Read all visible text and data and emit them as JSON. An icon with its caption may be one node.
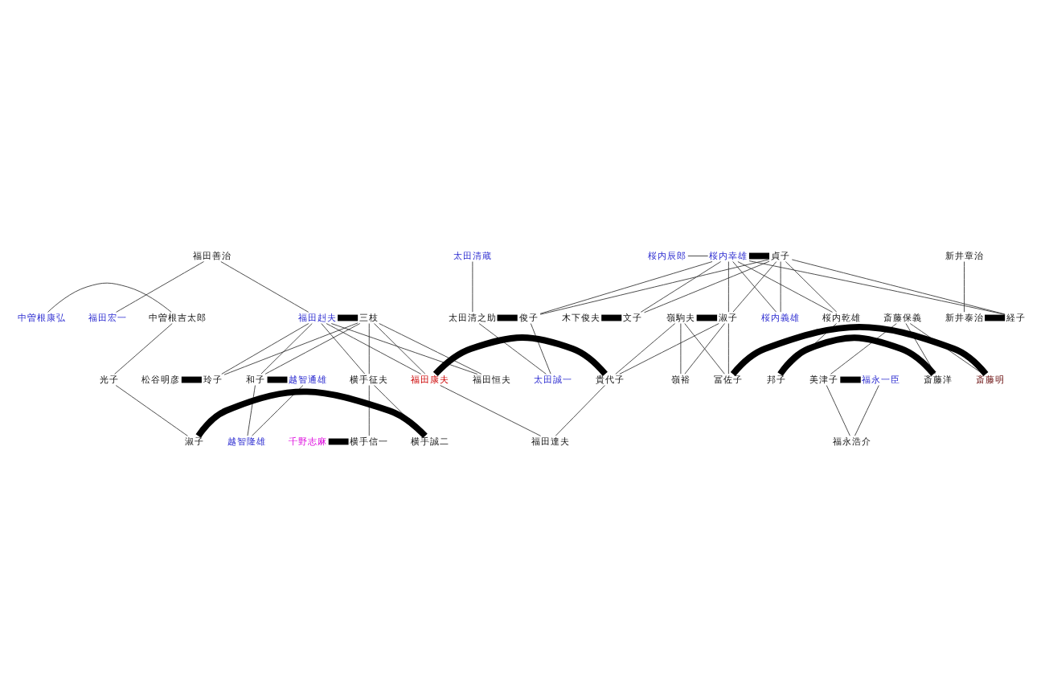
{
  "diagram": {
    "nodes": [
      {
        "text": [
          "桜内辰郎"
        ]
      },
      {
        "text": [
          "桜内幸雄"
        ]
      },
      {
        "text": [
          "貞子"
        ]
      },
      {
        "text": [
          "福田善治"
        ]
      },
      {
        "text": [
          "新井章治"
        ]
      },
      {
        "text": [
          "太田清蔵"
        ]
      },
      {
        "text": [
          "中曽根康弘"
        ]
      },
      {
        "text": [
          "中曽根吉太郎"
        ]
      },
      {
        "text": [
          "福田宏一"
        ]
      },
      {
        "text": [
          "福田赳夫"
        ]
      },
      {
        "text": [
          "三枝"
        ]
      },
      {
        "text": [
          "新井泰治"
        ]
      },
      {
        "text": [
          "経子"
        ]
      },
      {
        "text": [
          "太田清之助"
        ]
      },
      {
        "text": [
          "俊子"
        ]
      },
      {
        "text": [
          "嶺駒夫"
        ]
      },
      {
        "text": [
          "淑子"
        ]
      },
      {
        "text": [
          "木下俊夫"
        ]
      },
      {
        "text": [
          "文子"
        ]
      },
      {
        "text": [
          "桜内義雄"
        ]
      },
      {
        "text": [
          "桜内乾雄"
        ]
      },
      {
        "text": [
          "斎藤保義"
        ]
      },
      {
        "text": [
          "光子"
        ]
      },
      {
        "text": [
          "松谷明彦"
        ]
      },
      {
        "text": [
          "玲子"
        ]
      },
      {
        "text": [
          "福田恒夫"
        ]
      },
      {
        "text": [
          "横手征夫"
        ]
      },
      {
        "text": [
          "和子"
        ]
      },
      {
        "text": [
          "越智通雄"
        ]
      },
      {
        "text": [
          "福田康夫"
        ]
      },
      {
        "text": [
          "貴代子"
        ]
      },
      {
        "text": [
          "太田誠一"
        ]
      },
      {
        "text": [
          "嶺裕"
        ]
      },
      {
        "text": [
          "冨佐子"
        ]
      },
      {
        "text": [
          "斎藤明"
        ]
      },
      {
        "text": [
          "邦子"
        ]
      },
      {
        "text": [
          "斎藤洋"
        ]
      },
      {
        "text": [
          "美津子"
        ]
      },
      {
        "text": [
          "福永一臣"
        ]
      },
      {
        "text": [
          "淑子"
        ]
      },
      {
        "text": [
          "横手誠二"
        ]
      },
      {
        "text": [
          "千野志麻"
        ]
      },
      {
        "text": [
          "横手信一"
        ]
      },
      {
        "text": [
          "越智隆雄"
        ]
      },
      {
        "text": [
          "福田達夫"
        ]
      },
      {
        "text": [
          "福永浩介"
        ]
      }
    ],
    "edges": [
      {
        "from": 0,
        "to": 1,
        "arrow": "none"
      },
      {
        "from": 1,
        "to": 2,
        "arrow": "none",
        "style": "thick"
      },
      {
        "from": 1,
        "to": 12,
        "arrow": "none"
      },
      {
        "from": 2,
        "to": 12,
        "arrow": "none"
      },
      {
        "from": 1,
        "to": 14,
        "arrow": "none"
      },
      {
        "from": 2,
        "to": 14,
        "arrow": "none"
      },
      {
        "from": 1,
        "to": 16,
        "arrow": "none"
      },
      {
        "from": 2,
        "to": 16,
        "arrow": "none"
      },
      {
        "from": 1,
        "to": 18,
        "arrow": "none"
      },
      {
        "from": 2,
        "to": 18,
        "arrow": "none"
      },
      {
        "from": 1,
        "to": 19,
        "arrow": "none"
      },
      {
        "from": 2,
        "to": 19,
        "arrow": "none"
      },
      {
        "from": 1,
        "to": 20,
        "arrow": "none"
      },
      {
        "from": 2,
        "to": 20,
        "arrow": "none"
      },
      {
        "from": 3,
        "to": 8,
        "arrow": "none"
      },
      {
        "from": 3,
        "to": 9,
        "arrow": "none"
      },
      {
        "from": 4,
        "to": 11,
        "arrow": "none"
      },
      {
        "from": 5,
        "to": 13,
        "arrow": "none"
      },
      {
        "from": 6,
        "to": 7,
        "arrow": "none"
      },
      {
        "from": 7,
        "to": 22,
        "arrow": "none"
      },
      {
        "from": 9,
        "to": 10,
        "arrow": "none",
        "style": "thick"
      },
      {
        "from": 9,
        "to": 24,
        "arrow": "none"
      },
      {
        "from": 10,
        "to": 24,
        "arrow": "none"
      },
      {
        "from": 9,
        "to": 25,
        "arrow": "none"
      },
      {
        "from": 10,
        "to": 25,
        "arrow": "none"
      },
      {
        "from": 9,
        "to": 26,
        "arrow": "none"
      },
      {
        "from": 10,
        "to": 26,
        "arrow": "none"
      },
      {
        "from": 9,
        "to": 27,
        "arrow": "none"
      },
      {
        "from": 10,
        "to": 27,
        "arrow": "none"
      },
      {
        "from": 9,
        "to": 29,
        "arrow": "none"
      },
      {
        "from": 10,
        "to": 29,
        "arrow": "none"
      },
      {
        "from": 11,
        "to": 12,
        "arrow": "none",
        "style": "thick"
      },
      {
        "from": 13,
        "to": 14,
        "arrow": "none",
        "style": "thick"
      },
      {
        "from": 13,
        "to": 31,
        "arrow": "none"
      },
      {
        "from": 14,
        "to": 31,
        "arrow": "none"
      },
      {
        "from": 15,
        "to": 16,
        "arrow": "none",
        "style": "thick"
      },
      {
        "from": 15,
        "to": 30,
        "arrow": "none"
      },
      {
        "from": 16,
        "to": 30,
        "arrow": "none"
      },
      {
        "from": 15,
        "to": 32,
        "arrow": "none"
      },
      {
        "from": 16,
        "to": 32,
        "arrow": "none"
      },
      {
        "from": 15,
        "to": 33,
        "arrow": "none"
      },
      {
        "from": 16,
        "to": 33,
        "arrow": "none"
      },
      {
        "from": 17,
        "to": 18,
        "arrow": "none",
        "style": "thick"
      },
      {
        "from": 20,
        "to": 35,
        "arrow": "none"
      },
      {
        "from": 21,
        "to": 34,
        "arrow": "none"
      },
      {
        "from": 21,
        "to": 36,
        "arrow": "none"
      },
      {
        "from": 21,
        "to": 37,
        "arrow": "none"
      },
      {
        "from": 22,
        "to": 39,
        "arrow": "none"
      },
      {
        "from": 23,
        "to": 24,
        "arrow": "none",
        "style": "thick"
      },
      {
        "from": 27,
        "to": 28,
        "arrow": "none",
        "style": "thick"
      },
      {
        "from": 27,
        "to": 43,
        "arrow": "none"
      },
      {
        "from": 28,
        "to": 43,
        "arrow": "none"
      },
      {
        "from": 29,
        "to": 30,
        "arrow": "none",
        "style": "thick"
      },
      {
        "from": 29,
        "to": 44,
        "arrow": "none"
      },
      {
        "from": 30,
        "to": 44,
        "arrow": "none"
      },
      {
        "from": 33,
        "to": 34,
        "arrow": "none",
        "style": "thick"
      },
      {
        "from": 35,
        "to": 36,
        "arrow": "none",
        "style": "thick"
      },
      {
        "from": 37,
        "to": 38,
        "arrow": "none",
        "style": "thick"
      },
      {
        "from": 37,
        "to": 45,
        "arrow": "none"
      },
      {
        "from": 38,
        "to": 45,
        "arrow": "none"
      },
      {
        "from": 26,
        "to": 40,
        "arrow": "none"
      },
      {
        "from": 26,
        "to": 42,
        "arrow": "none"
      },
      {
        "from": 39,
        "to": 40,
        "arrow": "none",
        "style": "thick"
      },
      {
        "from": 41,
        "to": 42,
        "arrow": "none",
        "style": "thick"
      }
    ]
  }
}
